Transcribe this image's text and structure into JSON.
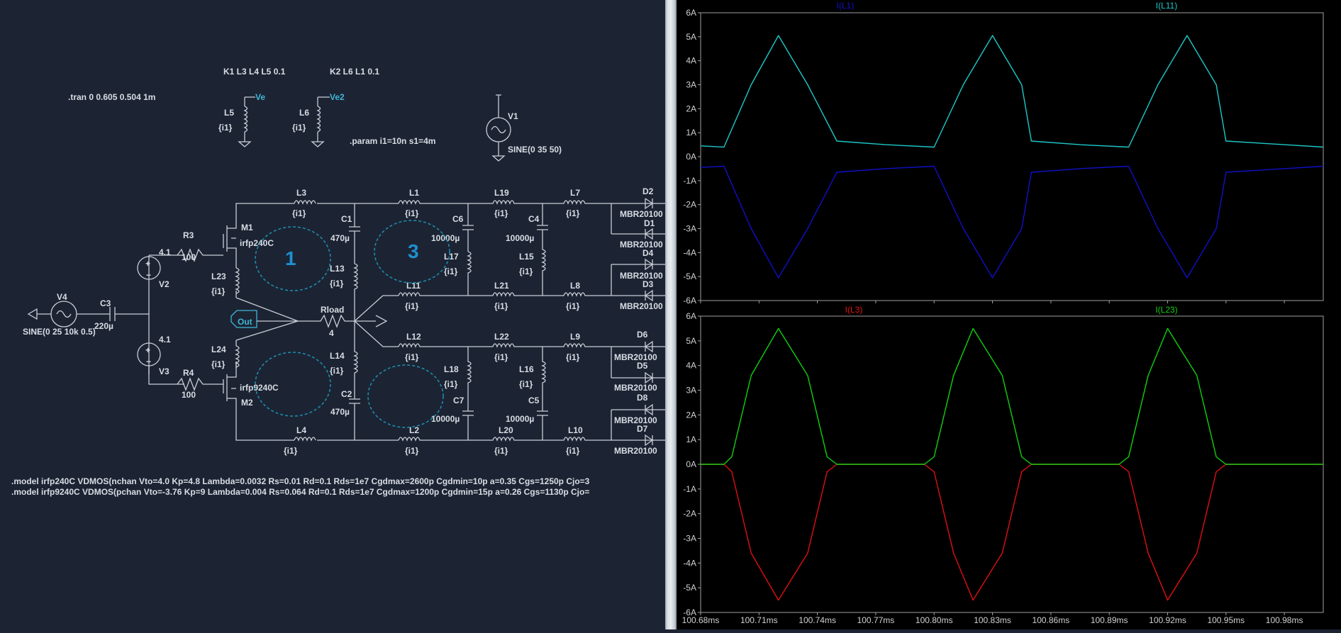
{
  "schematic": {
    "directives": {
      "tran": ".tran 0 0.605 0.504 1m",
      "k1": "K1 L3 L4 L5 0.1",
      "k2": "K2 L6 L1 0.1",
      "param": ".param i1=10n s1=4m",
      "model_n": ".model irfp240C VDMOS(nchan Vto=4.0 Kp=4.8 Lambda=0.0032 Rs=0.01 Rd=0.1 Rds=1e7 Cgdmax=2600p Cgdmin=10p a=0.35 Cgs=1250p Cjo=3",
      "model_p": ".model irfp9240C VDMOS(pchan Vto=-3.76 Kp=9 Lambda=0.004 Rs=0.064 Rd=0.1 Rds=1e7 Cgdmax=1200p Cgdmin=15p a=0.26 Cgs=1130p Cjo="
    },
    "regions": [
      "1",
      "3"
    ],
    "nets": {
      "ve": "Ve",
      "ve2": "Ve2",
      "out": "Out"
    },
    "components": [
      {
        "id": "L5",
        "ref": "L5",
        "value": "{i1}"
      },
      {
        "id": "L6",
        "ref": "L6",
        "value": "{i1}"
      },
      {
        "id": "V1",
        "ref": "V1",
        "value": "SINE(0 35 50)"
      },
      {
        "id": "V4",
        "ref": "V4",
        "value": "SINE(0 25 10k 0.5)"
      },
      {
        "id": "C3",
        "ref": "C3",
        "value": "220µ"
      },
      {
        "id": "V2",
        "ref": "V2",
        "value": "4.1"
      },
      {
        "id": "V3",
        "ref": "V3",
        "value": "4.1"
      },
      {
        "id": "R3",
        "ref": "R3",
        "value": "100"
      },
      {
        "id": "R4",
        "ref": "R4",
        "value": "100"
      },
      {
        "id": "M1",
        "ref": "M1",
        "value": "irfp240C"
      },
      {
        "id": "M2",
        "ref": "M2",
        "value": "irfp9240C"
      },
      {
        "id": "L23",
        "ref": "L23",
        "value": "{i1}"
      },
      {
        "id": "L24",
        "ref": "L24",
        "value": "{i1}"
      },
      {
        "id": "L3",
        "ref": "L3",
        "value": "{i1}"
      },
      {
        "id": "L4",
        "ref": "L4",
        "value": "{i1}"
      },
      {
        "id": "C1",
        "ref": "C1",
        "value": "470µ"
      },
      {
        "id": "C2",
        "ref": "C2",
        "value": "470µ"
      },
      {
        "id": "L13",
        "ref": "L13",
        "value": "{i1}"
      },
      {
        "id": "L14",
        "ref": "L14",
        "value": "{i1}"
      },
      {
        "id": "Rload",
        "ref": "Rload",
        "value": "4"
      },
      {
        "id": "L1",
        "ref": "L1",
        "value": "{i1}"
      },
      {
        "id": "L11",
        "ref": "L11",
        "value": "{i1}"
      },
      {
        "id": "L12",
        "ref": "L12",
        "value": "{i1}"
      },
      {
        "id": "L2",
        "ref": "L2",
        "value": "{i1}"
      },
      {
        "id": "C6",
        "ref": "C6",
        "value": "10000µ"
      },
      {
        "id": "C7",
        "ref": "C7",
        "value": "10000µ"
      },
      {
        "id": "L17",
        "ref": "L17",
        "value": "{i1}"
      },
      {
        "id": "L18",
        "ref": "L18",
        "value": "{i1}"
      },
      {
        "id": "L19",
        "ref": "L19",
        "value": "{i1}"
      },
      {
        "id": "L21",
        "ref": "L21",
        "value": "{i1}"
      },
      {
        "id": "L22",
        "ref": "L22",
        "value": "{i1}"
      },
      {
        "id": "L20",
        "ref": "L20",
        "value": "{i1}"
      },
      {
        "id": "C4",
        "ref": "C4",
        "value": "10000µ"
      },
      {
        "id": "C5",
        "ref": "C5",
        "value": "10000µ"
      },
      {
        "id": "L15",
        "ref": "L15",
        "value": "{i1}"
      },
      {
        "id": "L16",
        "ref": "L16",
        "value": "{i1}"
      },
      {
        "id": "L7",
        "ref": "L7",
        "value": "{i1}"
      },
      {
        "id": "L8",
        "ref": "L8",
        "value": "{i1}"
      },
      {
        "id": "L9",
        "ref": "L9",
        "value": "{i1}"
      },
      {
        "id": "L10",
        "ref": "L10",
        "value": "{i1}"
      },
      {
        "id": "D2",
        "ref": "D2",
        "value": "MBR20100"
      },
      {
        "id": "D1",
        "ref": "D1",
        "value": "MBR20100"
      },
      {
        "id": "D4",
        "ref": "D4",
        "value": "MBR20100"
      },
      {
        "id": "D3",
        "ref": "D3",
        "value": "MBR20100"
      },
      {
        "id": "D6",
        "ref": "D6",
        "value": "MBR20100"
      },
      {
        "id": "D5",
        "ref": "D5",
        "value": "MBR20100"
      },
      {
        "id": "D8",
        "ref": "D8",
        "value": "MBR20100"
      },
      {
        "id": "D7",
        "ref": "D7",
        "value": "MBR20100"
      }
    ]
  },
  "waveform": {
    "x_ticks": [
      "100.68ms",
      "100.71ms",
      "100.74ms",
      "100.77ms",
      "100.80ms",
      "100.83ms",
      "100.86ms",
      "100.89ms",
      "100.92ms",
      "100.95ms",
      "100.98ms"
    ],
    "y_ticks": [
      "6A",
      "5A",
      "4A",
      "3A",
      "2A",
      "1A",
      "0A",
      "-1A",
      "-2A",
      "-3A",
      "-4A",
      "-5A",
      "-6A"
    ],
    "colors": {
      "L1": "#1010c8",
      "L11": "#1ec8c8",
      "L3": "#e01010",
      "L23": "#10d010",
      "grid": "#606060",
      "text": "#d0d0d0"
    }
  },
  "chart_data": [
    {
      "type": "line",
      "title": "",
      "xlabel": "",
      "ylabel": "",
      "xunit": "ms",
      "xlim": [
        100.68,
        101.0
      ],
      "ylim": [
        -6,
        6
      ],
      "series": [
        {
          "name": "I(L1)",
          "color": "#1010c8",
          "x": [
            100.68,
            100.692,
            100.706,
            100.72,
            100.735,
            100.75,
            100.775,
            100.8,
            100.815,
            100.83,
            100.845,
            100.85,
            100.875,
            100.9,
            100.915,
            100.93,
            100.945,
            100.95,
            100.98,
            101.0
          ],
          "y": [
            -0.45,
            -0.4,
            -3.0,
            -5.05,
            -3.0,
            -0.65,
            -0.5,
            -0.4,
            -3.0,
            -5.05,
            -3.0,
            -0.65,
            -0.5,
            -0.4,
            -3.0,
            -5.05,
            -3.0,
            -0.65,
            -0.5,
            -0.4
          ]
        },
        {
          "name": "I(L11)",
          "color": "#1ec8c8",
          "x": [
            100.68,
            100.692,
            100.706,
            100.72,
            100.735,
            100.75,
            100.775,
            100.8,
            100.815,
            100.83,
            100.845,
            100.85,
            100.875,
            100.9,
            100.915,
            100.93,
            100.945,
            100.95,
            100.98,
            101.0
          ],
          "y": [
            0.45,
            0.4,
            3.0,
            5.05,
            3.0,
            0.65,
            0.5,
            0.4,
            3.0,
            5.05,
            3.0,
            0.65,
            0.5,
            0.4,
            3.0,
            5.05,
            3.0,
            0.65,
            0.5,
            0.4
          ]
        },
        {
          "name": "I(L3)",
          "color": "#e01010",
          "x": [
            100.68,
            100.692,
            100.696,
            100.706,
            100.72,
            100.735,
            100.745,
            100.75,
            100.795,
            100.8,
            100.81,
            100.82,
            100.835,
            100.845,
            100.85,
            100.895,
            100.9,
            100.91,
            100.92,
            100.935,
            100.945,
            100.95,
            101.0
          ],
          "y": [
            0,
            0,
            -0.3,
            -3.6,
            -5.5,
            -3.6,
            -0.3,
            0,
            0,
            -0.3,
            -3.6,
            -5.5,
            -3.6,
            -0.3,
            0,
            0,
            -0.3,
            -3.6,
            -5.5,
            -3.6,
            -0.3,
            0,
            0
          ]
        },
        {
          "name": "I(L23)",
          "color": "#10d010",
          "x": [
            100.68,
            100.692,
            100.696,
            100.706,
            100.72,
            100.735,
            100.745,
            100.75,
            100.795,
            100.8,
            100.81,
            100.82,
            100.835,
            100.845,
            100.85,
            100.895,
            100.9,
            100.91,
            100.92,
            100.935,
            100.945,
            100.95,
            101.0
          ],
          "y": [
            0,
            0,
            0.3,
            3.6,
            5.5,
            3.6,
            0.3,
            0,
            0,
            0.3,
            3.6,
            5.5,
            3.6,
            0.3,
            0,
            0,
            0.3,
            3.6,
            5.5,
            3.6,
            0.3,
            0,
            0
          ]
        }
      ]
    }
  ]
}
